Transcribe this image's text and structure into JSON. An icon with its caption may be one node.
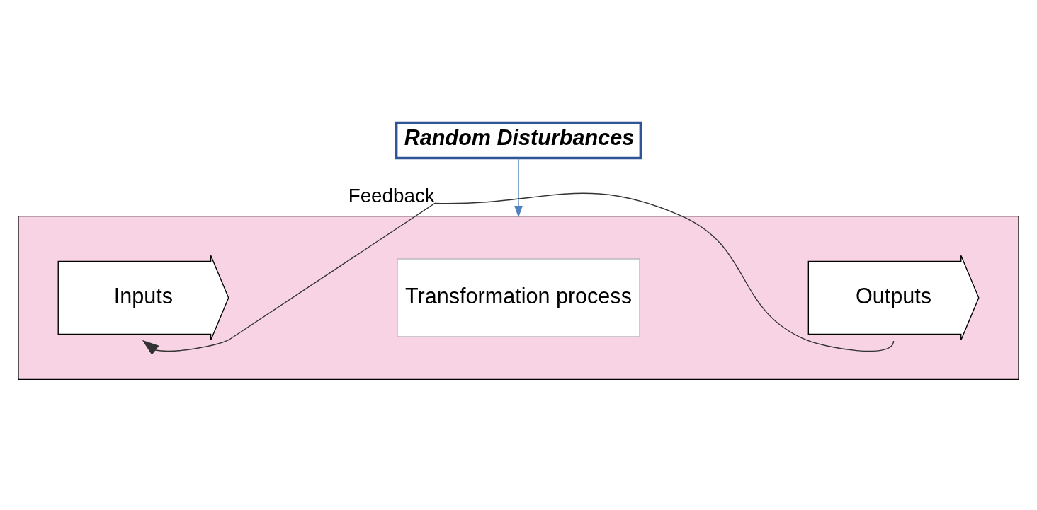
{
  "diagram": {
    "nodes": [
      {
        "text": [
          "Random Disturbances"
        ]
      },
      {
        "text": [],
        "shape": "box"
      },
      {
        "text": [
          "Inputs"
        ],
        "in": 1
      },
      {
        "text": [
          "Transformation process"
        ],
        "in": 1
      },
      {
        "text": [
          "Outputs"
        ],
        "in": 1
      }
    ],
    "edges": [
      {
        "from": 0,
        "to": 1,
        "arrow": "to",
        "color": "#4f81bd"
      },
      {
        "from": 4,
        "to": 2,
        "arrow": "to",
        "label": "Feedback",
        "color": "#333333"
      }
    ]
  }
}
